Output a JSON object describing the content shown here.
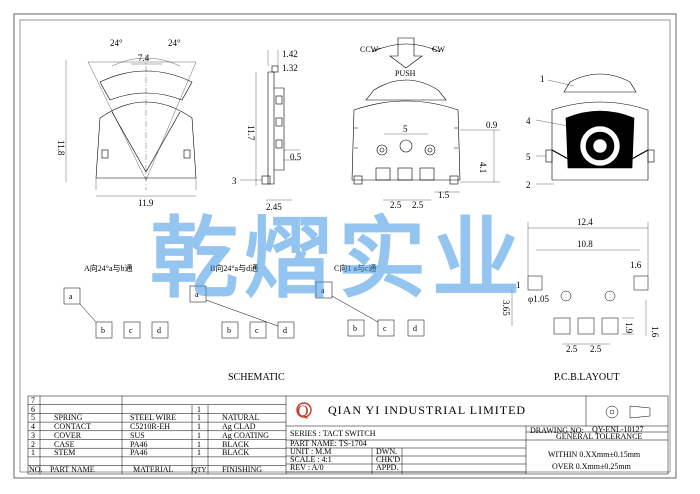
{
  "watermark": "乾熠实业",
  "views": {
    "front": {
      "dim_angle_left": "24°",
      "dim_angle_right": "24°",
      "dim_top": "7.4",
      "dim_height": "11.8",
      "dim_width": "11.9"
    },
    "side": {
      "dim_a": "1.42",
      "dim_b": "1.32",
      "dim_height": "11.7",
      "dim_c": "0.5",
      "dim_d": "2.45",
      "callout_3": "3"
    },
    "back": {
      "ccw": "CCW",
      "cw": "CW",
      "push": "PUSH",
      "dim_5": "5",
      "dim_09": "0.9",
      "dim_41": "4.1",
      "dim_15": "1.5",
      "dim_25a": "2.5",
      "dim_25b": "2.5"
    },
    "detail": {
      "callout_1": "1",
      "callout_4": "4",
      "callout_5": "5",
      "callout_2": "2"
    }
  },
  "schematic": {
    "label_a": "A向24°a与b通",
    "label_b": "B向24°a与d通",
    "label_c": "C向1 a与c通",
    "pin_a": "a",
    "pin_b": "b",
    "pin_c": "c",
    "pin_d": "d",
    "title": "SCHEMATIC"
  },
  "pcb": {
    "dim_124": "12.4",
    "dim_108": "10.8",
    "dim_16a": "1.6",
    "dim_365": "3.65",
    "dim_1": "1",
    "dim_hole": "φ1.05",
    "dim_19": "1.9",
    "dim_16b": "1.6",
    "dim_25a": "2.5",
    "dim_25b": "2.5",
    "title": "P.C.B.LAYOUT"
  },
  "title_block": {
    "rows": [
      {
        "no": "7",
        "name": "",
        "material": "",
        "qty": "",
        "finish": ""
      },
      {
        "no": "6",
        "name": "",
        "material": "",
        "qty": "1",
        "finish": ""
      },
      {
        "no": "5",
        "name": "SPRING",
        "material": "STEEL WIRE",
        "qty": "1",
        "finish": "NATURAL"
      },
      {
        "no": "4",
        "name": "CONTACT",
        "material": "C5210R-EH",
        "qty": "1",
        "finish": "Ag CLAD"
      },
      {
        "no": "3",
        "name": "COVER",
        "material": "SUS",
        "qty": "1",
        "finish": "Ag COATING"
      },
      {
        "no": "2",
        "name": "CASE",
        "material": "PA46",
        "qty": "1",
        "finish": "BLACK"
      },
      {
        "no": "1",
        "name": "STEM",
        "material": "PA46",
        "qty": "1",
        "finish": "BLACK"
      }
    ],
    "header": {
      "no": "NO.",
      "name": "PART NAME",
      "material": "MATERIAL",
      "qty": "QTY",
      "finish": "FINISHING"
    },
    "company_logo": "Q",
    "company": "QIAN YI INDUSTRIAL LIMITED",
    "series": "SERIES : TACT SWITCH",
    "part_name": "PART NAME: TS-1704",
    "unit": "UNIT : M.M",
    "scale": "SCALE : 4:1",
    "rev": "REV  : A/0",
    "dwn": "DWN.",
    "chkd": "CHK'D",
    "appd": "APPD.",
    "drawing_no_label": "DRAWING NO:",
    "drawing_no": "QY-ENL-10127",
    "gen_tol": "GENERAL TOLERANCE",
    "tol_within": "WITHIN  0.XXmm±0.15mm",
    "tol_over": "OVER   0.Xmm±0.25mm"
  },
  "colors": {
    "line": "#000000",
    "watermark": "#3c96e6"
  }
}
